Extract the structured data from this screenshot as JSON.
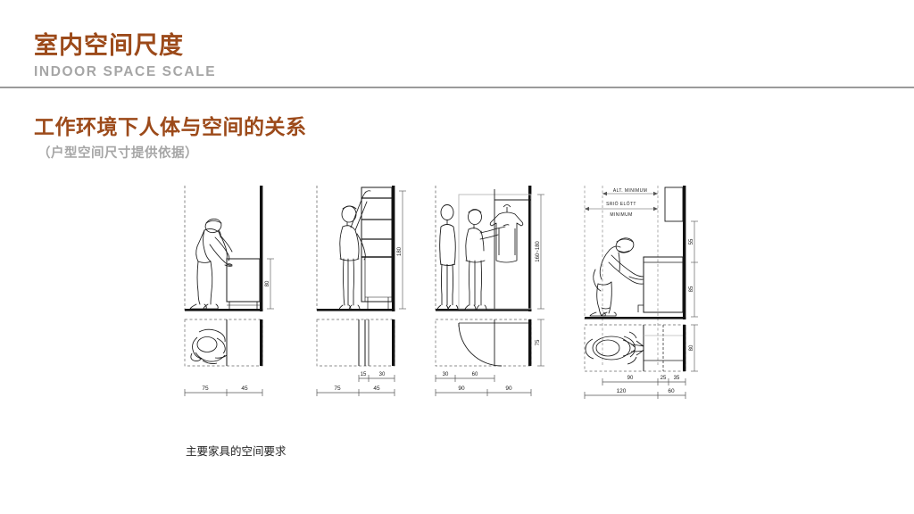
{
  "header": {
    "title_cn": "室内空间尺度",
    "title_en": "INDOOR SPACE SCALE",
    "rule_color": "#9a9a9a",
    "accent_color": "#9c4a1a",
    "muted_color": "#a6a6a6"
  },
  "section": {
    "title": "工作环境下人体与空间的关系",
    "subtitle": "（户型空间尺寸提供依据）"
  },
  "figure": {
    "caption": "主要家具的空间要求",
    "panels": [
      {
        "id": "panel-1",
        "name": "bending-at-counter",
        "elevation_dims": [
          "80"
        ],
        "plan_dims": [],
        "bottom_dims_row1": [],
        "bottom_dims_row2": [
          "75",
          "45"
        ]
      },
      {
        "id": "panel-2",
        "name": "reaching-high-shelf",
        "elevation_dims": [
          "180"
        ],
        "plan_dims": [],
        "bottom_dims_row1": [
          "15",
          "30"
        ],
        "bottom_dims_row2": [
          "75",
          "45"
        ]
      },
      {
        "id": "panel-3",
        "name": "wardrobe-hanging-clothes",
        "elevation_dims": [
          "160~180"
        ],
        "plan_dims": [
          "75"
        ],
        "bottom_dims_row1": [
          "30",
          "60"
        ],
        "bottom_dims_row2": [
          "90",
          "90"
        ]
      },
      {
        "id": "panel-4",
        "name": "seated-at-desk",
        "top_labels": [
          "ALT. MINIMUM",
          "SRIÖ ELŐTT",
          "MINIMUM"
        ],
        "elevation_dims": [
          "55",
          "85"
        ],
        "plan_dims": [
          "80"
        ],
        "bottom_dims_row1": [
          "90",
          "25",
          "35"
        ],
        "bottom_dims_row2": [
          "120",
          "60"
        ]
      }
    ]
  }
}
